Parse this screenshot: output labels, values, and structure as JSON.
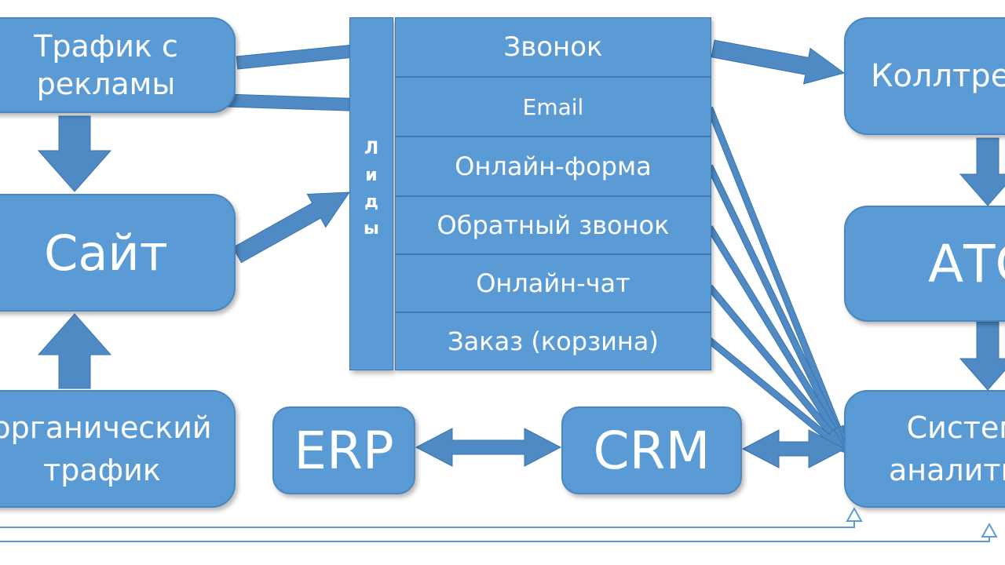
{
  "diagram": {
    "boxes": {
      "ads_traffic": "Трафик с\nрекламы",
      "site": "Сайт",
      "organic_traffic": "органический\nтрафик",
      "calltracking": "Коллтрекинг",
      "ats": "АТС",
      "analytics": "Система\nаналитики",
      "erp": "ERP",
      "crm": "CRM"
    },
    "leads": {
      "label_letters": [
        "Л",
        "и",
        "д",
        "ы"
      ],
      "items": [
        "Звонок",
        "Email",
        "Онлайн-форма",
        "Обратный звонок",
        "Онлайн-чат",
        "Заказ (корзина)"
      ]
    },
    "colors": {
      "box_fill": "#5b9bd5",
      "box_border": "#4a86bf",
      "arrow_fill": "#4f8ac4",
      "arrow_stroke": "#3a75ad",
      "text": "#ffffff",
      "feedback_line": "#5b9bd5"
    }
  }
}
